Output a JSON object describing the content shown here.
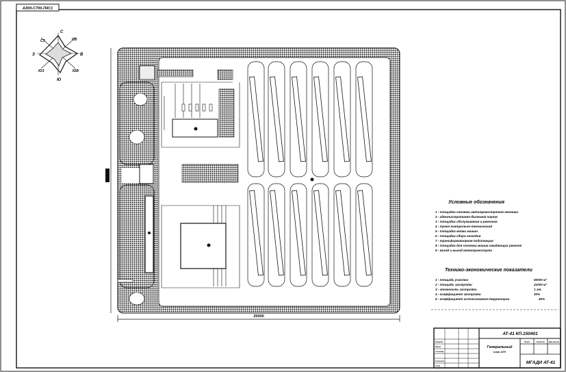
{
  "sheet": {
    "code_stamp": "АЗ00-С700-П4С1",
    "dimension_width": "20000"
  },
  "compass": {
    "north": "С",
    "south": "Ю",
    "east": "В",
    "west": "З",
    "northeast": "СВ",
    "northwest": "СЗ",
    "southeast": "ЮВ",
    "southwest": "ЮЗ"
  },
  "legend": {
    "title": "Условные обозначения",
    "items": [
      "1 - площадка стоянки автотранспортной техники",
      "2 - административно-бытовой корпус",
      "3 - площадка обслуживания и ремонта",
      "4 - пункт контрольно-технический",
      "5 - площадка мойки машин",
      "6 - площадка сбора отходов",
      "7 - трансформаторная подстанция",
      "8 - площадка для стоянки машин ожидающих ремонт",
      "9 - въезд и выезд автотранспорта"
    ]
  },
  "tech_indicators": {
    "title": "Технико-экономические показатели",
    "items": [
      {
        "label": "1 - площадь участка",
        "value": "50000 м²"
      },
      {
        "label": "2 - площадь застройки",
        "value": "21000 м²"
      },
      {
        "label": "3 - этажность застройки",
        "value": "1 эт."
      },
      {
        "label": "4 - коэффициент застройки",
        "value": "30%"
      },
      {
        "label": "5 - коэффициент использования территории",
        "value": "40%"
      }
    ]
  },
  "title_block": {
    "doc_code": "АТ-41 КП.150401",
    "title_line1": "Генеральный",
    "title_line2": "план АТП",
    "sheet_label": "Лист",
    "sheets_label": "Листов",
    "scale_label": "Масштаб",
    "org": "МГАДИ АТ-41",
    "roles": [
      "Разраб.",
      "Пров.",
      "Т.контр.",
      "Н.контр.",
      "Утв."
    ]
  }
}
